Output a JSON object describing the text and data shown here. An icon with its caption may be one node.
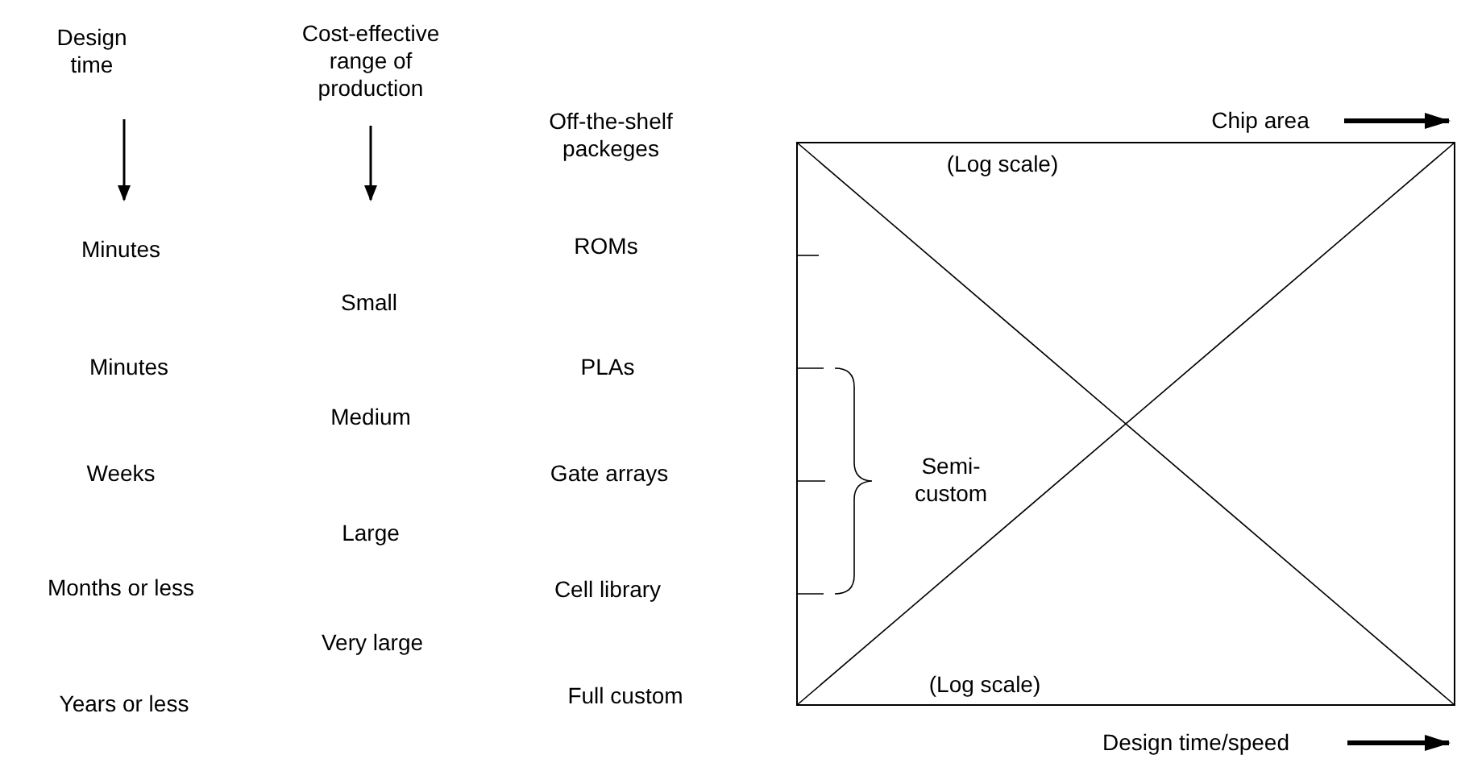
{
  "diagram": {
    "labels": [
      "Design time",
      "Cost-effective range of production",
      "Off-the-shelf packeges",
      "Chip area",
      "(Log scale)",
      "Minutes",
      "ROMs",
      "Small",
      "Minutes",
      "PLAs",
      "Medium",
      "Weeks",
      "Gate arrays",
      "Semi-custom",
      "Large",
      "Months or less",
      "Cell library",
      "Very large",
      "Years or less",
      "Full custom",
      "(Log scale)",
      "Design time/speed"
    ]
  }
}
